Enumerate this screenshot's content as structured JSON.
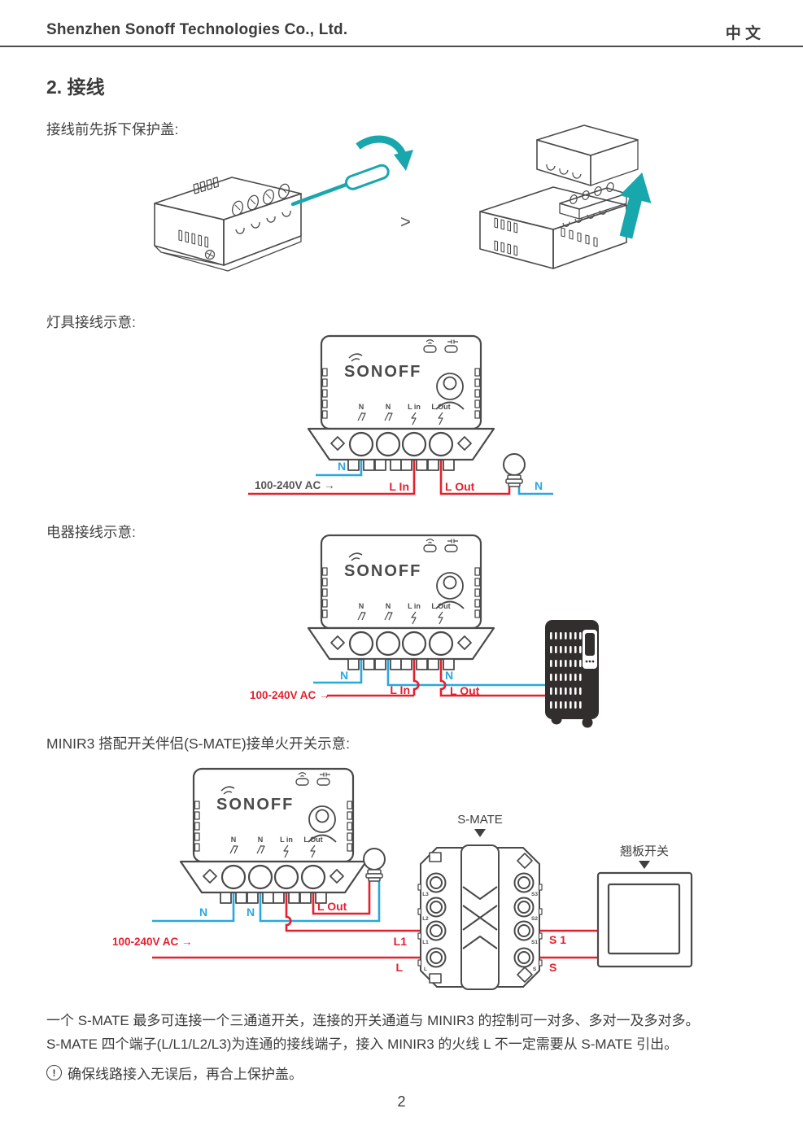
{
  "header": {
    "company": "Shenzhen Sonoff Technologies Co., Ltd.",
    "language": "中 文"
  },
  "sections": {
    "title": "2. 接线",
    "step1": "接线前先拆下保护盖:",
    "lamp": "灯具接线示意:",
    "appliance": "电器接线示意:",
    "smate": "MINIR3 搭配开关伴侣(S-MATE)接单火开关示意:"
  },
  "illustration": {
    "next_symbol": ">"
  },
  "device": {
    "brand": "SONOFF",
    "terminals": [
      "N",
      "N",
      "L in",
      "L Out"
    ]
  },
  "diagrams": {
    "lamp": {
      "supply": "100-240V AC →",
      "n_in": "N",
      "l_in": "L In",
      "l_out": "L Out",
      "n_out": "N"
    },
    "appliance": {
      "supply": "100-240V AC →",
      "n_in": "N",
      "l_in": "L In",
      "l_out": "L Out",
      "n_out": "N"
    },
    "smate": {
      "supply": "100-240V AC →",
      "n_in": "N",
      "n_lamp": "N",
      "l_out": "L Out",
      "l1": "L1",
      "l": "L",
      "s1": "S 1",
      "s": "S",
      "smate_title": "S-MATE",
      "switch_title": "翘板开关",
      "left_terminals": [
        "L3",
        "L2",
        "L1",
        "L"
      ],
      "right_terminals": [
        "S3",
        "S2",
        "S1",
        "S"
      ]
    }
  },
  "footer": {
    "para1": "一个 S-MATE 最多可连接一个三通道开关，连接的开关通道与 MINIR3 的控制可一对多、多对一及多对多。",
    "para2": "S-MATE 四个端子(L/L1/L2/L3)为连通的接线端子，接入 MINIR3 的火线 L 不一定需要从 S-MATE 引出。",
    "note_icon": "!",
    "note": "确保线路接入无误后，再合上保护盖。",
    "page_number": "2"
  },
  "colors": {
    "wire_blue": "#29a8e0",
    "wire_red": "#e5202e",
    "teal_accent": "#19a7ae",
    "line_ink": "#4a4a4a"
  }
}
